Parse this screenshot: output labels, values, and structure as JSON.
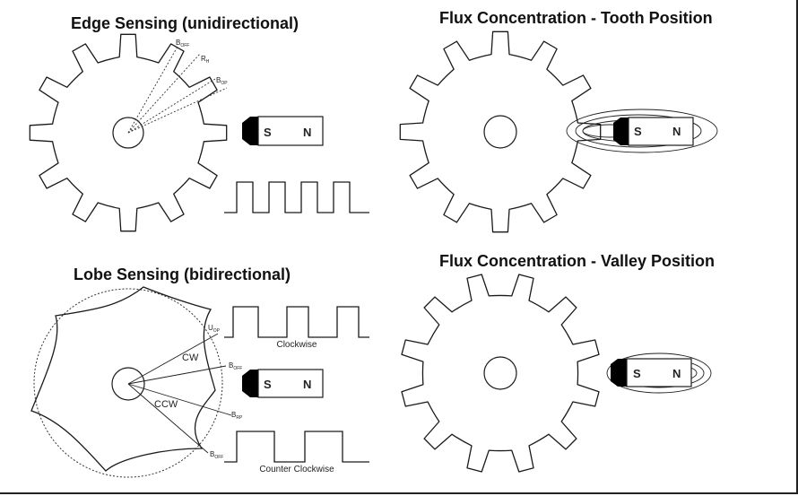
{
  "panels": {
    "edge": {
      "title": "Edge Sensing (unidirectional)",
      "labels": {
        "b_off": "B",
        "b_off_sub": "OFF",
        "r_hyst": "R",
        "r_hyst_sub": "H",
        "b_op": "B",
        "b_op_sub": "OP"
      }
    },
    "flux_tooth": {
      "title": "Flux Concentration - Tooth Position"
    },
    "lobe": {
      "title": "Lobe Sensing (bidirectional)",
      "labels": {
        "cw": "CW",
        "ccw": "CCW",
        "clockwise": "Clockwise",
        "counter_clockwise": "Counter Clockwise",
        "b_op_top": "U",
        "b_op_top_sub": "OP",
        "b_off_mid": "B",
        "b_off_mid_sub": "OFF",
        "b_rp": "B",
        "b_rp_sub": "RP",
        "b_off_bot": "B",
        "b_off_bot_sub": "OFF"
      }
    },
    "flux_valley": {
      "title": "Flux Concentration - Valley Position"
    }
  },
  "magnet": {
    "south": "S",
    "north": "N"
  },
  "colors": {
    "line": "#1a1a1a",
    "pole": "#000000"
  }
}
